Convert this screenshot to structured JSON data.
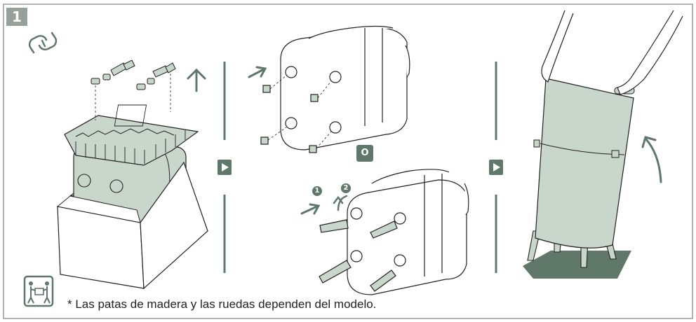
{
  "step": {
    "number": "1"
  },
  "separator": {
    "or_label": "O"
  },
  "sequence": {
    "first": "1",
    "second": "2"
  },
  "footnote": {
    "text": "* Las patas de madera y las ruedas dependen del modelo."
  },
  "icons": {
    "top_left": "link-icon",
    "bottom_left": "two-person-lift-icon",
    "next": "play-arrow-icon"
  },
  "colors": {
    "accent": "#5f786a",
    "tint": "#c9d6cc",
    "badge": "#97a199",
    "outline": "#222222"
  }
}
